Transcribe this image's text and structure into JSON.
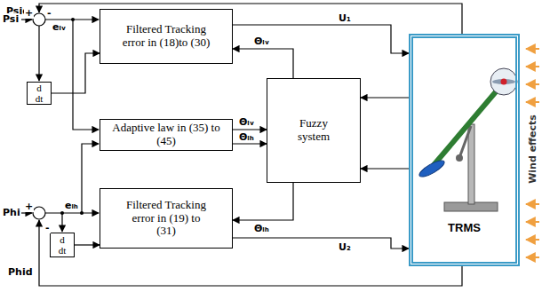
{
  "diagram": {
    "nodes": [
      {
        "text": [
          "Filtered Tracking error in (18)to (30)"
        ]
      },
      {
        "text": [
          "d dt"
        ]
      },
      {
        "text": [
          "Adaptive law in (35) to (45)"
        ]
      },
      {
        "text": [
          "Fuzzy system"
        ]
      },
      {
        "text": [
          "Filtered Tracking error in (19) to (31)"
        ]
      },
      {
        "text": [
          "d dt"
        ]
      },
      {
        "text": [
          "TRMS"
        ]
      }
    ],
    "edges": [
      {
        "from": 1,
        "to": 0,
        "arrow": "to"
      },
      {
        "from": 0,
        "to": 6,
        "arrow": "to",
        "label": "U₁"
      },
      {
        "from": 3,
        "to": 0,
        "arrow": "to",
        "label": "Θᵢᵥ"
      },
      {
        "from": 2,
        "to": 3,
        "arrow": "to",
        "label": "Θᵢᵥ"
      },
      {
        "from": 2,
        "to": 3,
        "arrow": "to",
        "label": "Θᵢₕ"
      },
      {
        "from": 6,
        "to": 3,
        "arrow": "to"
      },
      {
        "from": 6,
        "to": 3,
        "arrow": "to"
      },
      {
        "from": 3,
        "to": 4,
        "arrow": "to",
        "label": "Θᵢₕ"
      },
      {
        "from": 4,
        "to": 6,
        "arrow": "to",
        "label": "U₂"
      },
      {
        "from": 5,
        "to": 4,
        "arrow": "to"
      }
    ],
    "labels": [
      "Psid",
      "Psi",
      "+",
      "-",
      "eᵢᵥ",
      "Phi",
      "+",
      "-",
      "eᵢₕ",
      "Phid",
      "Wind effects"
    ]
  }
}
